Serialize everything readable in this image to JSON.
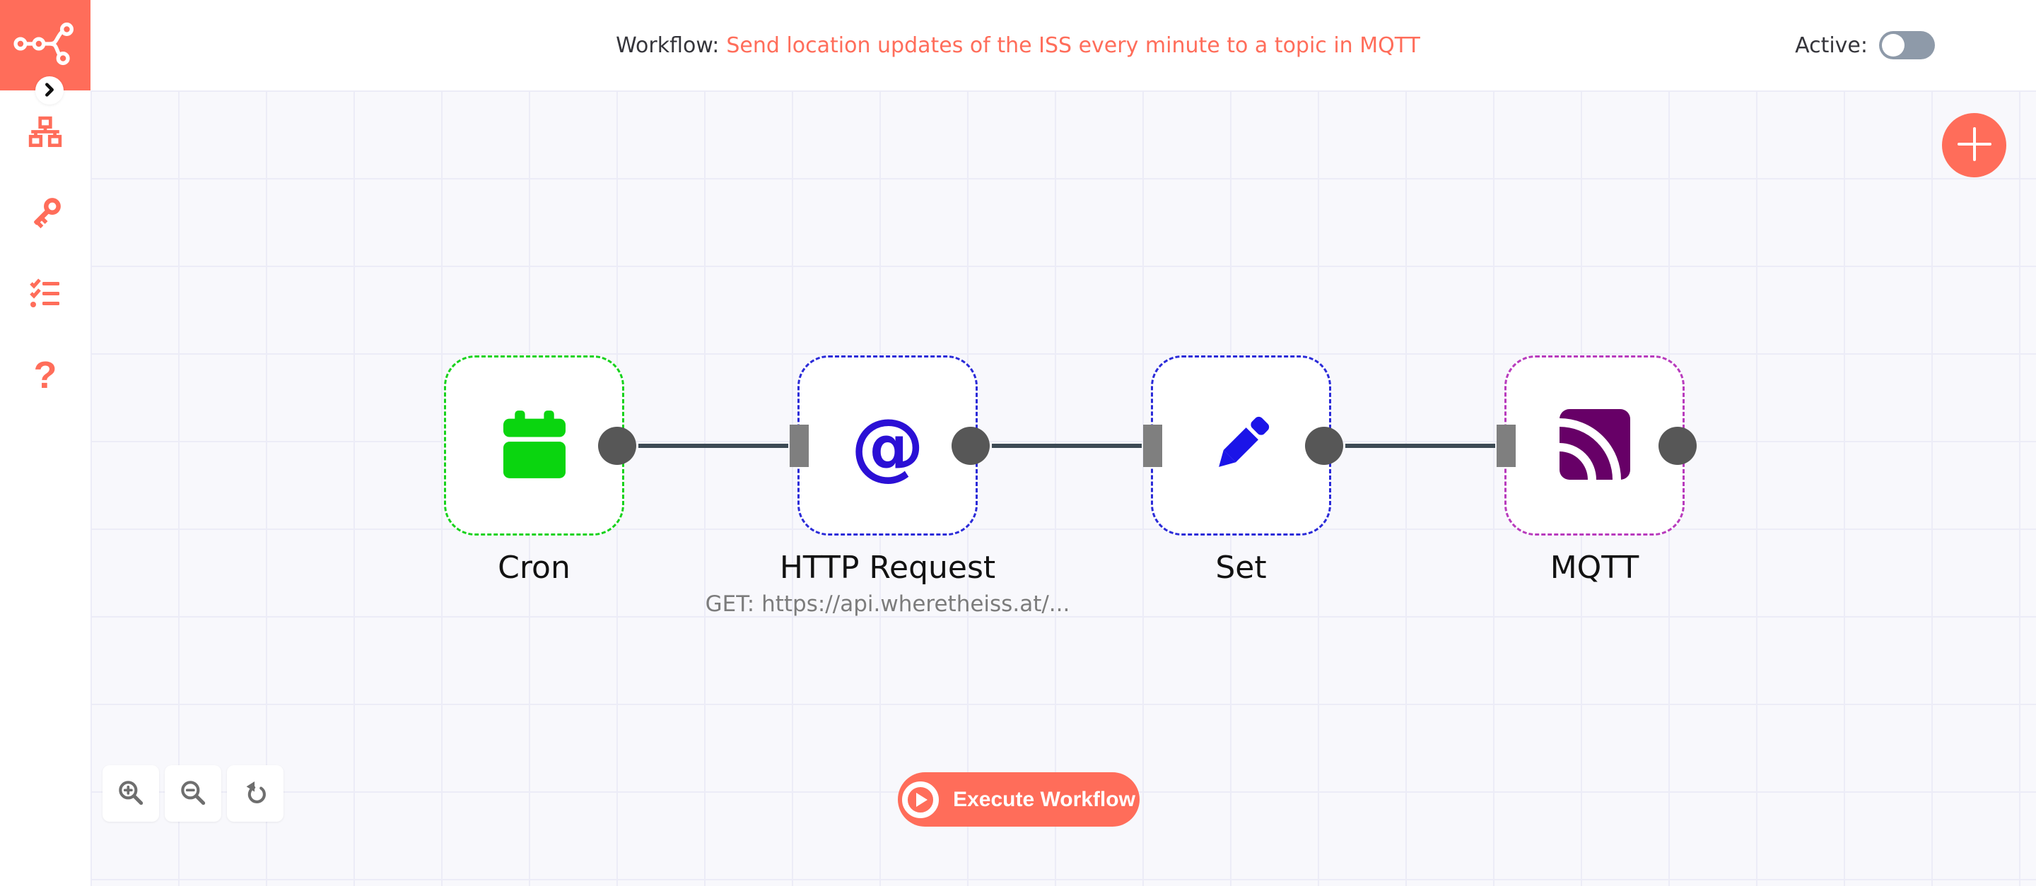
{
  "header": {
    "title_prefix": "Workflow:",
    "title_text": "Send location updates of the ISS every minute to a topic in MQTT",
    "active_label": "Active:",
    "active_state": "off"
  },
  "sidebar": {
    "icons": [
      "n8n-logo",
      "expand-chevron",
      "workflows-network",
      "credentials-key",
      "executions-checklist",
      "help-question"
    ],
    "help_glyph": "?"
  },
  "canvas": {
    "nodes": [
      {
        "name": "Cron",
        "icon": "calendar-icon",
        "border_color": "#17d21c",
        "icon_color": "#0ad50f"
      },
      {
        "name": "HTTP Request",
        "subtitle": "GET: https://api.wheretheiss.at/...",
        "icon": "at-sign-icon",
        "border_color": "#2a2ad8",
        "icon_color": "#2b10d5",
        "at_glyph": "@"
      },
      {
        "name": "Set",
        "icon": "pencil-icon",
        "border_color": "#2a2ad8",
        "icon_color": "#1b14e8"
      },
      {
        "name": "MQTT",
        "icon": "mqtt-signal-icon",
        "border_color": "#b83bbd",
        "icon_color": "#670067"
      }
    ],
    "connections": [
      {
        "from": "Cron",
        "to": "HTTP Request"
      },
      {
        "from": "HTTP Request",
        "to": "Set"
      },
      {
        "from": "Set",
        "to": "MQTT"
      }
    ],
    "execute_button_label": "Execute Workflow"
  },
  "colors": {
    "accent": "#ff6d5a",
    "canvas_bg": "#f8f8fc",
    "grid_line": "#ececf7",
    "connection_line": "#3d4a54",
    "output_dot": "#575757",
    "input_rect": "#7f7f7f",
    "toggle_track_off": "#8e9aa9"
  }
}
